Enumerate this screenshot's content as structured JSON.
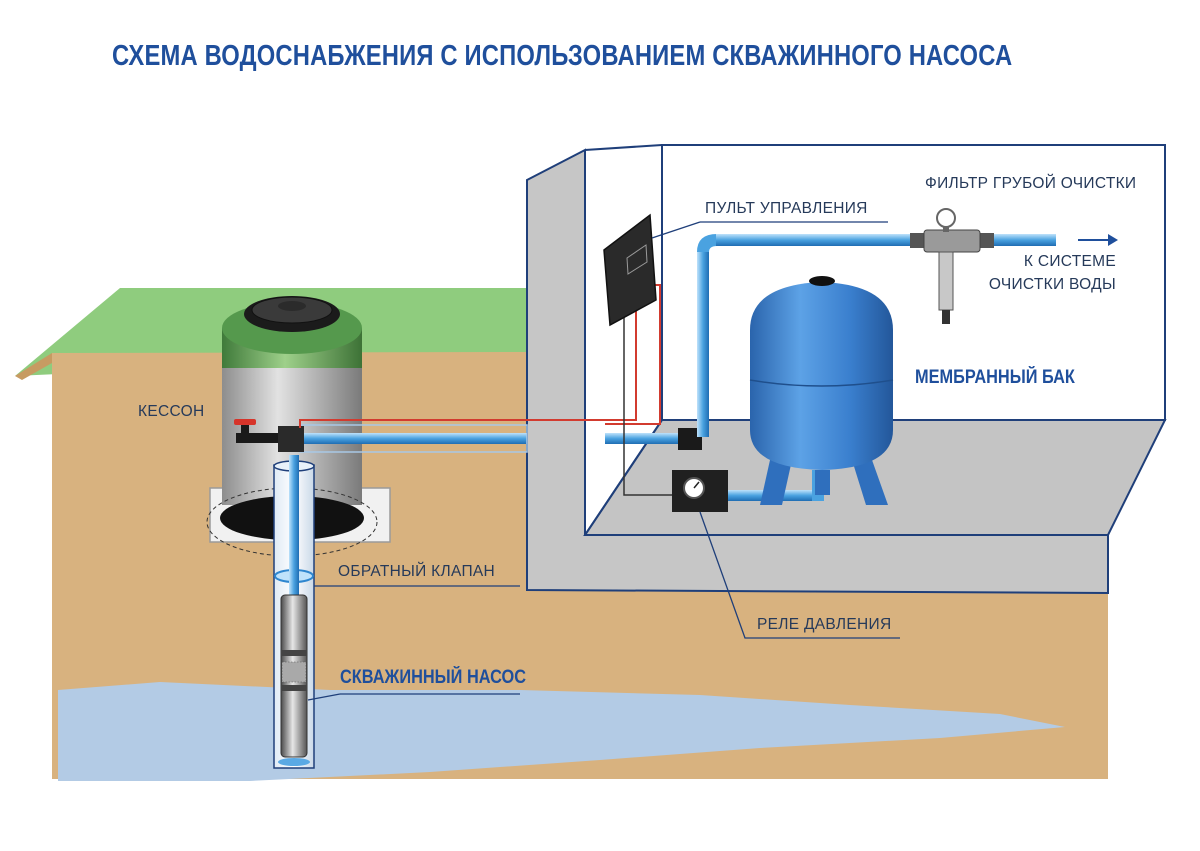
{
  "title": "СХЕМА ВОДОСНАБЖЕНИЯ С ИСПОЛЬЗОВАНИЕМ СКВАЖИННОГО НАСОСА",
  "labels": {
    "caisson": "КЕССОН",
    "check_valve": "ОБРАТНЫЙ КЛАПАН",
    "well_pump": "СКВАЖИННЫЙ НАСОС",
    "control_panel": "ПУЛЬТ УПРАВЛЕНИЯ",
    "coarse_filter": "ФИЛЬТР ГРУБОЙ ОЧИСТКИ",
    "to_system_line1": "К СИСТЕМЕ",
    "to_system_line2": "ОЧИСТКИ ВОДЫ",
    "membrane_tank": "МЕМБРАННЫЙ БАК",
    "pressure_switch": "РЕЛЕ ДАВЛЕНИЯ"
  },
  "colors": {
    "title": "#1f4f9c",
    "grass": "#8fcc7e",
    "soil": "#d8b27f",
    "groundwater": "#b3cbe5",
    "wall": "#c6c6c6",
    "outline": "#1f3f7a",
    "tank": "#3a7fce",
    "pipe": "#5aa9e4",
    "cable": "#d23b2f"
  }
}
